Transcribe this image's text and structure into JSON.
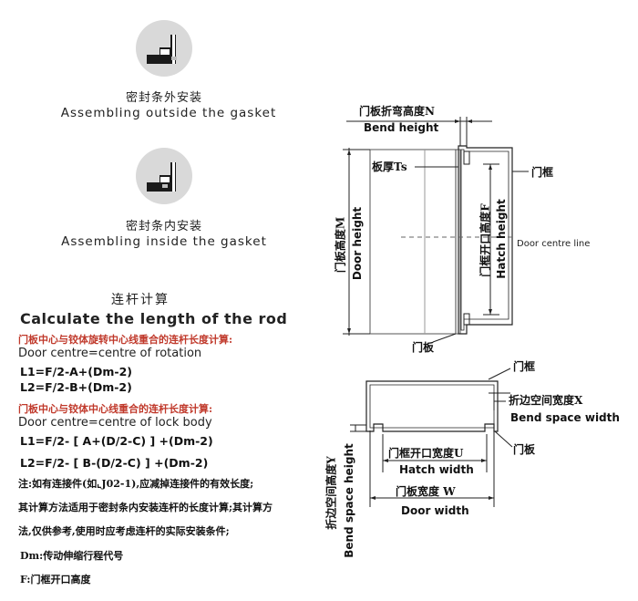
{
  "gasket_outside": {
    "cn": "密封条外安装",
    "en": "Assembling outside the gasket"
  },
  "gasket_inside": {
    "cn": "密封条内安装",
    "en": "Assembling inside the gasket"
  },
  "rod": {
    "title_cn": "连杆计算",
    "title_en": "Calculate the length of the rod",
    "section1_cn": "门板中心与铰体旋转中心线重合的连杆长度计算:",
    "section1_en": "Door centre=centre of rotation",
    "l1_a": "L1=F/2-A+(Dm-2)",
    "l2_a": "L2=F/2-B+(Dm-2)",
    "section2_cn": "门板中心与铰体中心线重合的连杆长度计算:",
    "section2_en": "Door centre=centre of lock body",
    "l1_b": "L1=F/2- [ A+(D/2-C) ] +(Dm-2)",
    "l2_b": "L2=F/2- [ B-(D/2-C) ] +(Dm-2)",
    "note1": "注:如有连接件(如⌞J02-1),应减掉连接件的有效长度;",
    "note2": "其计算方法适用于密封条内安装连杆的长度计算;其计算方",
    "note3": "法,仅供参考,使用时应考虑连杆的实际安装条件;",
    "dm": "Dm:传动伸缩行程代号",
    "f": "F:门框开口高度"
  },
  "diagram_top": {
    "bend_height_cn": "门板折弯高度N",
    "bend_height_en": "Bend height",
    "thickness": "板厚Ts",
    "door_height_cn": "门板高度M",
    "door_height_en": "Door height",
    "hatch_height_cn": "门框开口高度F",
    "hatch_height_en": "Hatch height",
    "frame": "门框",
    "centre_line": "Door centre line",
    "panel": "门板"
  },
  "diagram_bottom": {
    "frame": "门框",
    "bend_space_width_cn": "折边空间宽度X",
    "bend_space_width_en": "Bend space width",
    "hatch_width_cn": "门框开口宽度U",
    "hatch_width_en": "Hatch width",
    "panel": "门板",
    "door_width_cn": "门板宽度 W",
    "door_width_en": "Door width",
    "bend_space_height_cn": "折边空间高度Y",
    "bend_space_height_en": "Bend space height"
  }
}
